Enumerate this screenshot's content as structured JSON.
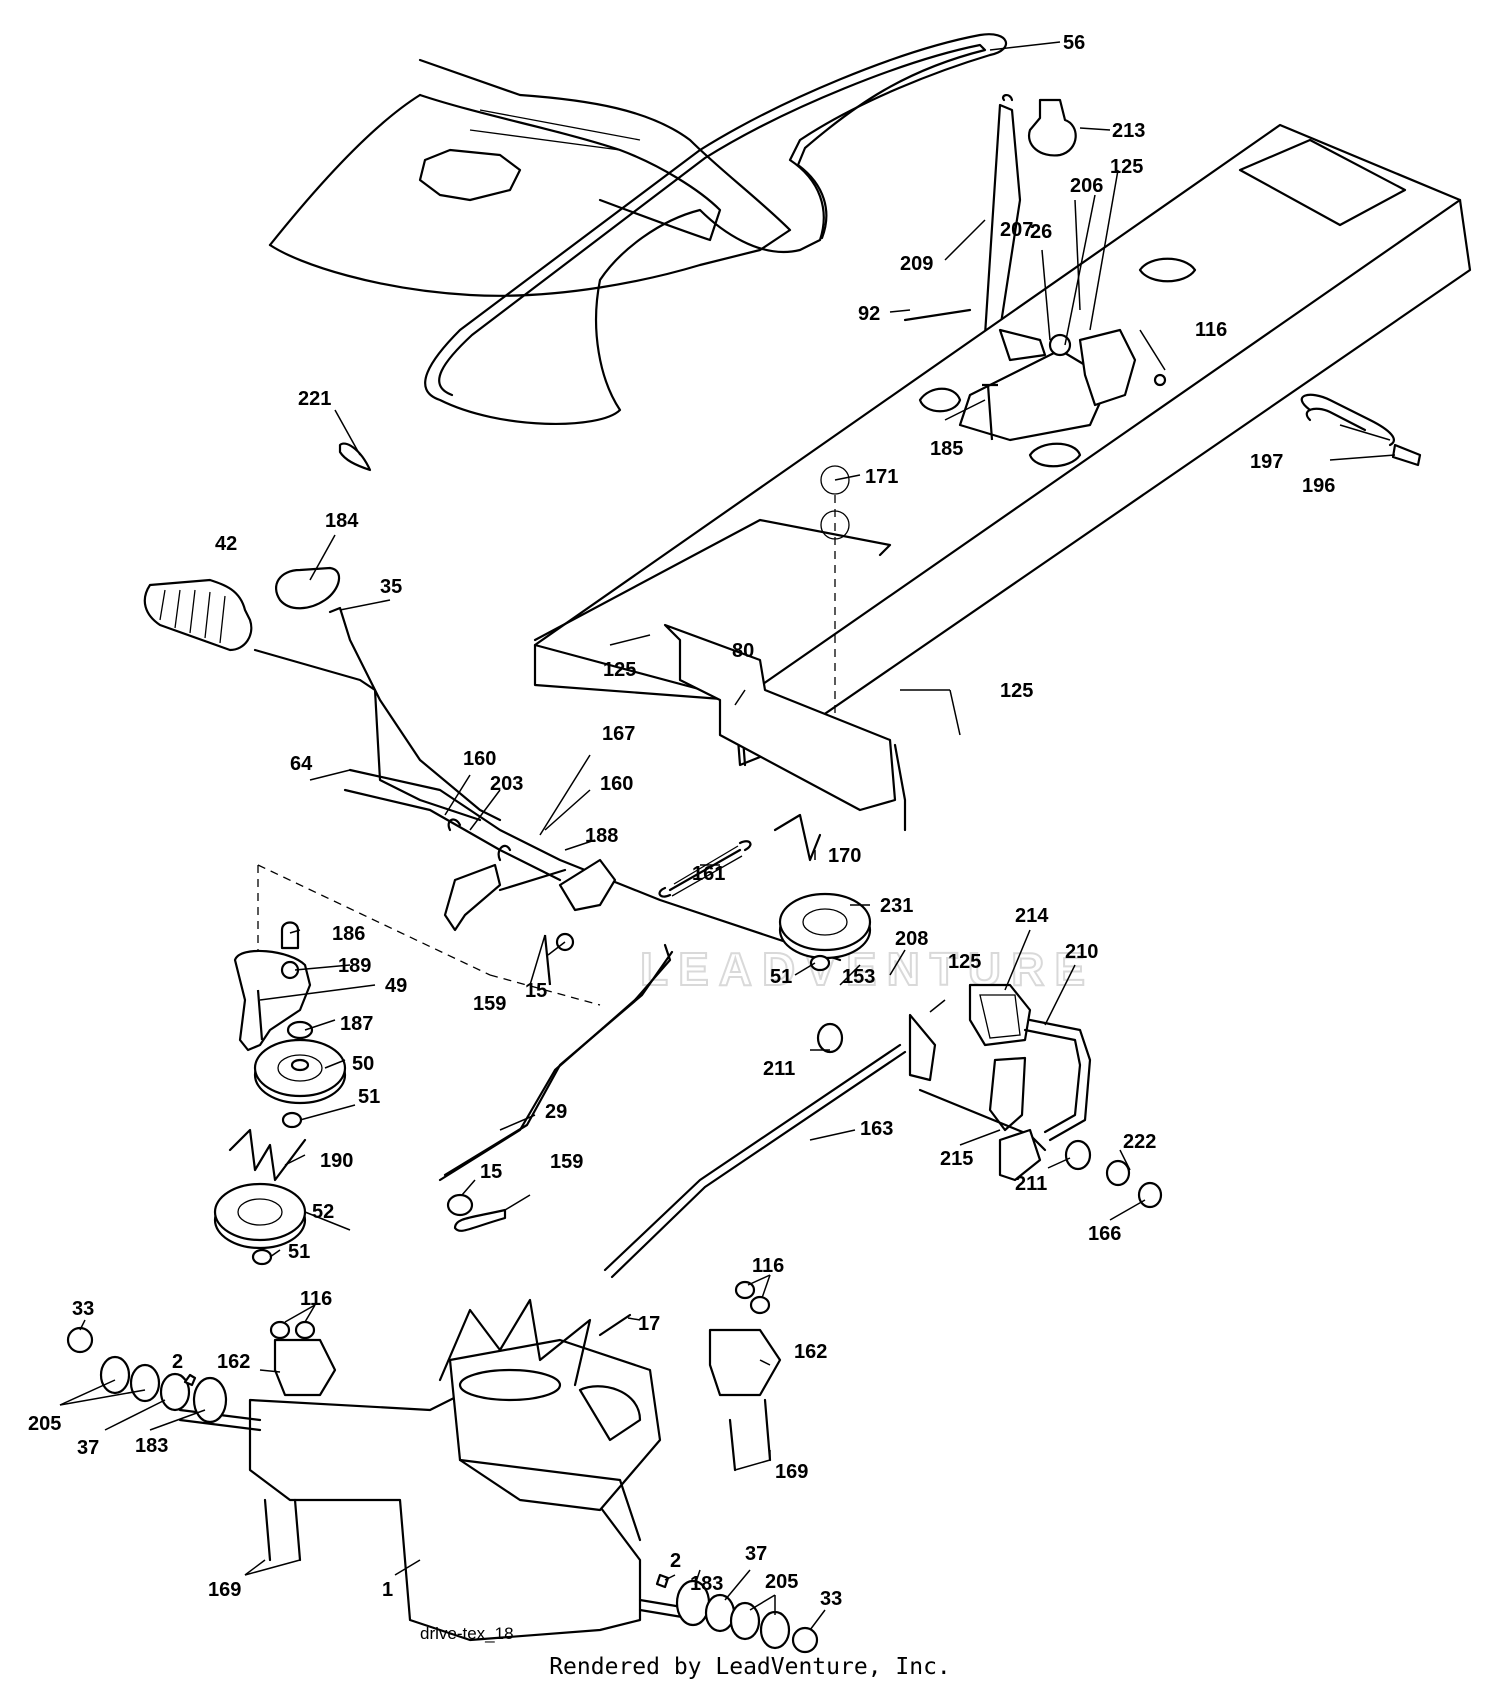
{
  "diagram": {
    "id_label": "drive-tex_18",
    "credit": "Rendered by LeadVenture, Inc.",
    "watermark": "LEADVENTURE"
  },
  "callouts": [
    {
      "n": "56"
    },
    {
      "n": "213"
    },
    {
      "n": "125"
    },
    {
      "n": "206"
    },
    {
      "n": "207"
    },
    {
      "n": "26"
    },
    {
      "n": "209"
    },
    {
      "n": "92"
    },
    {
      "n": "116"
    },
    {
      "n": "185"
    },
    {
      "n": "221"
    },
    {
      "n": "171"
    },
    {
      "n": "197"
    },
    {
      "n": "196"
    },
    {
      "n": "42"
    },
    {
      "n": "184"
    },
    {
      "n": "35"
    },
    {
      "n": "125"
    },
    {
      "n": "80"
    },
    {
      "n": "125"
    },
    {
      "n": "64"
    },
    {
      "n": "160"
    },
    {
      "n": "203"
    },
    {
      "n": "167"
    },
    {
      "n": "160"
    },
    {
      "n": "188"
    },
    {
      "n": "161"
    },
    {
      "n": "170"
    },
    {
      "n": "231"
    },
    {
      "n": "186"
    },
    {
      "n": "189"
    },
    {
      "n": "49"
    },
    {
      "n": "159"
    },
    {
      "n": "15"
    },
    {
      "n": "51"
    },
    {
      "n": "208"
    },
    {
      "n": "153"
    },
    {
      "n": "125"
    },
    {
      "n": "214"
    },
    {
      "n": "210"
    },
    {
      "n": "187"
    },
    {
      "n": "50"
    },
    {
      "n": "211"
    },
    {
      "n": "51"
    },
    {
      "n": "29"
    },
    {
      "n": "163"
    },
    {
      "n": "215"
    },
    {
      "n": "211"
    },
    {
      "n": "222"
    },
    {
      "n": "190"
    },
    {
      "n": "15"
    },
    {
      "n": "159"
    },
    {
      "n": "166"
    },
    {
      "n": "52"
    },
    {
      "n": "51"
    },
    {
      "n": "116"
    },
    {
      "n": "17"
    },
    {
      "n": "116"
    },
    {
      "n": "33"
    },
    {
      "n": "162"
    },
    {
      "n": "162"
    },
    {
      "n": "2"
    },
    {
      "n": "205"
    },
    {
      "n": "37"
    },
    {
      "n": "183"
    },
    {
      "n": "169"
    },
    {
      "n": "169"
    },
    {
      "n": "1"
    },
    {
      "n": "2"
    },
    {
      "n": "183"
    },
    {
      "n": "37"
    },
    {
      "n": "205"
    },
    {
      "n": "33"
    }
  ]
}
